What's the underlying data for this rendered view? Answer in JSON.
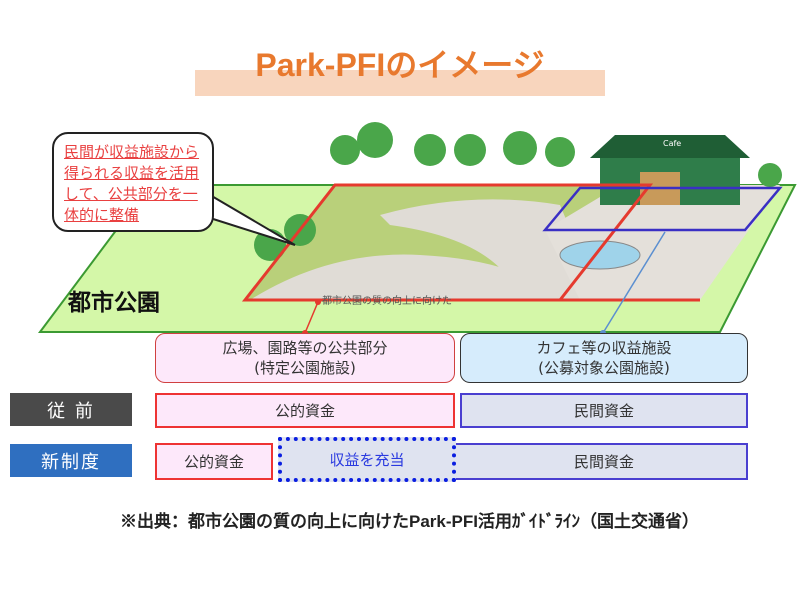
{
  "title": "Park-PFIのイメージ",
  "bubble": "民間が収益施設から得られる収益を活用して、公共部分を一体的に整備",
  "park_label": "都市公園",
  "overlay_text": "都市公園の質の向上に向けた",
  "cafe_sign": "Cafe",
  "public_part": {
    "line1": "広場、園路等の公共部分",
    "line2": "(特定公園施設)"
  },
  "cafe_part": {
    "line1": "カフェ等の収益施設",
    "line2": "(公募対象公園施設)"
  },
  "rows": {
    "before": {
      "label": "従 前",
      "public": "公的資金",
      "private": "民間資金"
    },
    "new": {
      "label": "新制度",
      "public": "公的資金",
      "revenue": "収益を充当",
      "private": "民間資金"
    }
  },
  "source": "※出典：都市公園の質の向上に向けたPark-PFI活用ｶﾞｲﾄﾞﾗｲﾝ（国土交通省）"
}
